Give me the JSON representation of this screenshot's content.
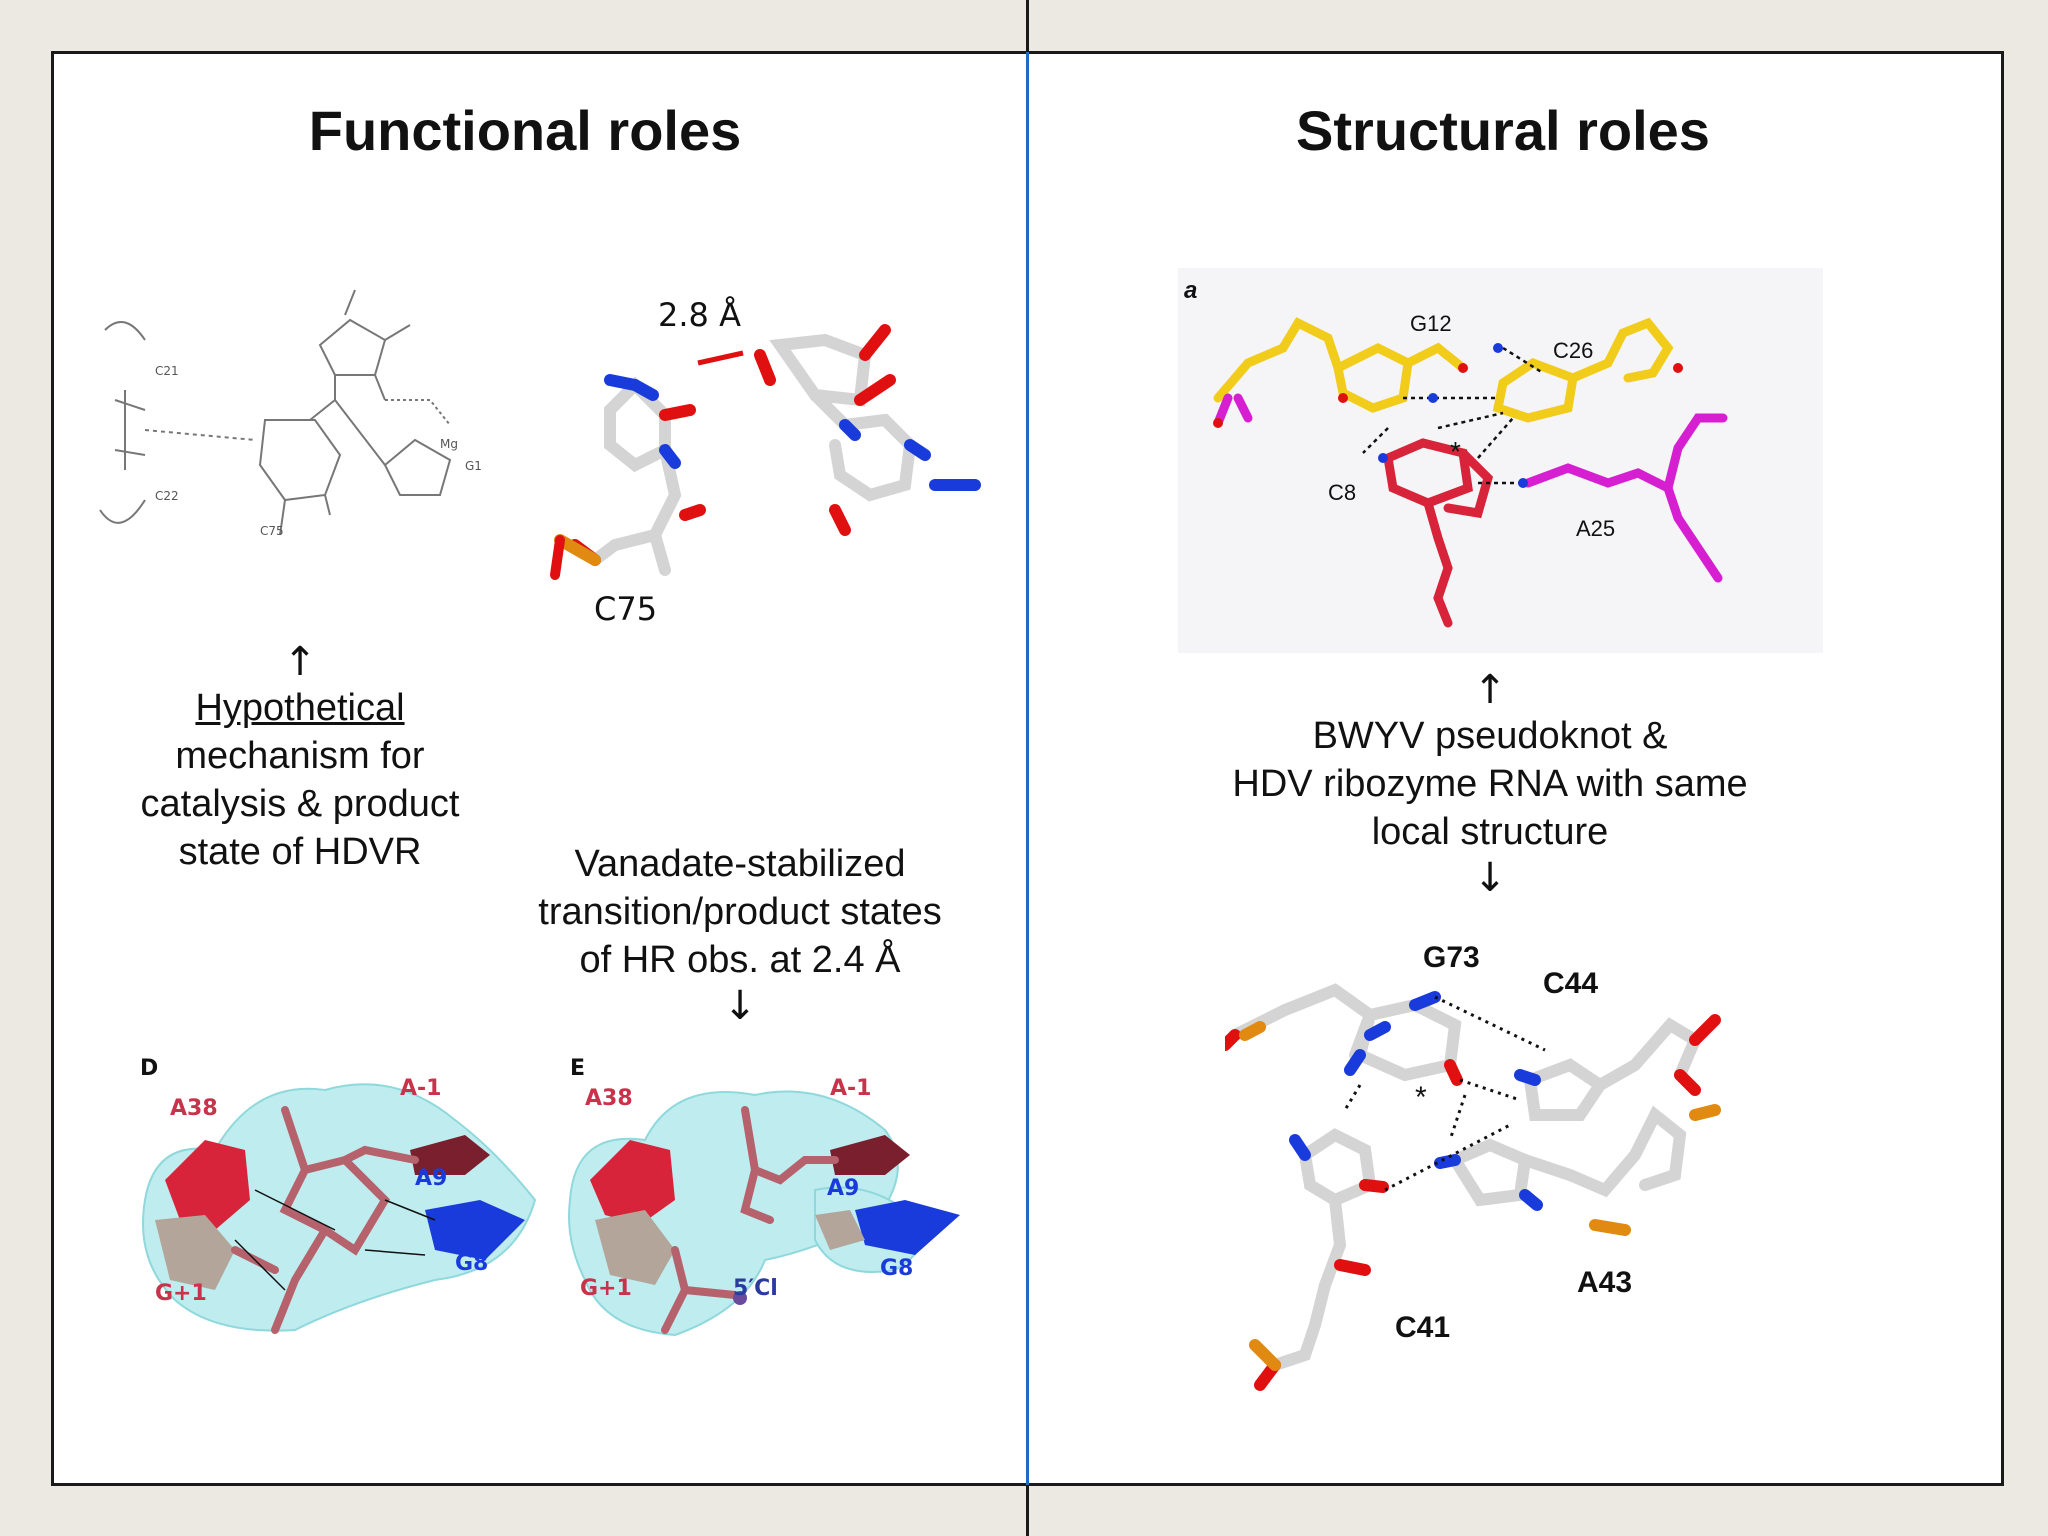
{
  "left": {
    "heading": "Functional roles",
    "scheme_figure": {
      "labels": [
        "C21",
        "C22",
        "C75",
        "G1",
        "Mg"
      ]
    },
    "c75_figure": {
      "distance_label": "2.8 Å",
      "residue_label": "C75"
    },
    "caption_hypothetical": {
      "arrow": "↑",
      "line1": "Hypothetical",
      "line2": "mechanism for",
      "line3": "catalysis & product",
      "line4": "state of HDVR"
    },
    "caption_vanadate": {
      "line1": "Vanadate-stabilized",
      "line2": "transition/product states",
      "line3": "of HR obs. at 2.4 Å",
      "arrow": "↓"
    },
    "panel_d": {
      "panel_letter": "D",
      "a38": "A38",
      "a_minus1": "A-1",
      "a9": "A9",
      "g8": "G8",
      "g_plus1": "G+1"
    },
    "panel_e": {
      "panel_letter": "E",
      "a38": "A38",
      "a_minus1": "A-1",
      "a9": "A9",
      "g8": "G8",
      "g_plus1": "G+1",
      "cl": "5′Cl"
    }
  },
  "right": {
    "heading": "Structural roles",
    "bwyv_figure": {
      "panel_letter": "a",
      "g12": "G12",
      "c26": "C26",
      "c8": "C8",
      "a25": "A25",
      "star": "*"
    },
    "caption_bwyv": {
      "arrow_up": "↑",
      "line1": "BWYV pseudoknot &",
      "line2": "HDV ribozyme RNA with same",
      "line3": "local structure",
      "arrow_down": "↓"
    },
    "hdv_figure": {
      "g73": "G73",
      "c44": "C44",
      "a43": "A43",
      "c41": "C41",
      "star": "*"
    }
  },
  "colors": {
    "frame": "#1a1a1a",
    "divider": "#1f6bc4",
    "background": "#ece9e3",
    "yellow_atoms": "#f2cc1b",
    "magenta_atoms": "#d61fd1",
    "red_atoms": "#d8243a",
    "nitrogen_blue": "#1a3bdb",
    "oxygen_red": "#e01010",
    "phosphorus_orange": "#e08a12",
    "carbon_grey": "#d9d9d9",
    "density_cyan": "#8fd8dc",
    "rose_sticks": "#b5626d"
  },
  "icons": [
    "up-arrow-icon",
    "down-arrow-icon"
  ]
}
